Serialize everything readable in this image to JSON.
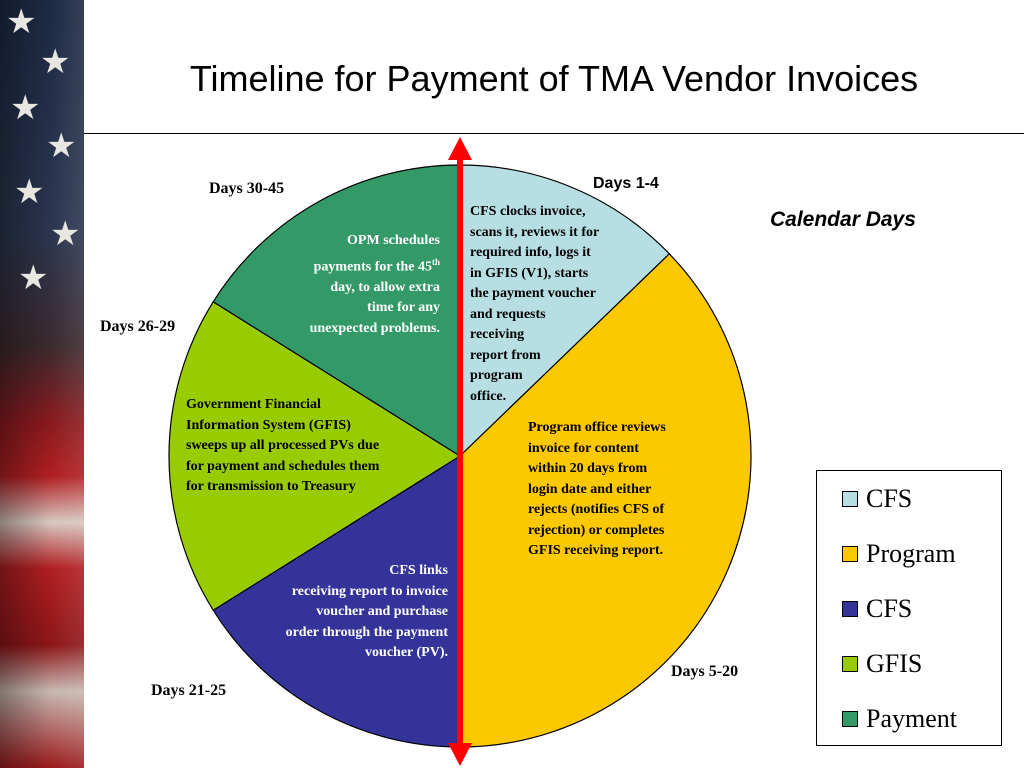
{
  "title": "Timeline for Payment of TMA Vendor Invoices",
  "calendar_label": "Calendar Days",
  "colors": {
    "cfs_light": "#b7dfe3",
    "program": "#fcc800",
    "cfs_dark": "#333399",
    "gfis": "#99cc00",
    "payment": "#339966",
    "arrow": "#ff0000"
  },
  "segments": [
    {
      "id": "cfs-initial",
      "days": "Days 1-4",
      "span_days": 4,
      "color": "#b7dfe3",
      "lines": [
        "CFS clocks invoice,",
        "scans it, reviews it for",
        "required info, logs it",
        "in GFIS (V1), starts",
        "the payment voucher",
        "and requests",
        "receiving",
        "report from",
        "program",
        "office."
      ]
    },
    {
      "id": "program-review",
      "days": "Days 5-20",
      "span_days": 16,
      "color": "#fcc800",
      "lines": [
        "Program office reviews",
        "invoice for content",
        "within 20 days from",
        "login date and either",
        "rejects (notifies CFS of",
        "rejection) or completes",
        "GFIS receiving report."
      ]
    },
    {
      "id": "cfs-link",
      "days": "Days 21-25",
      "span_days": 5,
      "color": "#333399",
      "lines": [
        "CFS links",
        "receiving report to invoice",
        "voucher and purchase",
        "order through the payment",
        "voucher (PV)."
      ]
    },
    {
      "id": "gfis-sweep",
      "days": "Days 26-29",
      "span_days": 4,
      "color": "#99cc00",
      "lines": [
        "Government Financial",
        "Information System (GFIS)",
        "sweeps up all processed PVs due",
        "for payment and schedules them",
        "for transmission to Treasury"
      ]
    },
    {
      "id": "opm-schedule",
      "days": "Days 30-45",
      "span_days": 16,
      "color": "#339966",
      "lines_pre": "OPM schedules",
      "line2_main": "payments for the 45",
      "line2_sup": "th",
      "lines_post": [
        "day, to allow extra",
        "time for any",
        "unexpected problems."
      ]
    }
  ],
  "legend": [
    {
      "label": "CFS",
      "color": "#b7dfe3"
    },
    {
      "label": "Program",
      "color": "#fcc800"
    },
    {
      "label": "CFS",
      "color": "#333399"
    },
    {
      "label": "GFIS",
      "color": "#99cc00"
    },
    {
      "label": "Payment",
      "color": "#339966"
    }
  ]
}
